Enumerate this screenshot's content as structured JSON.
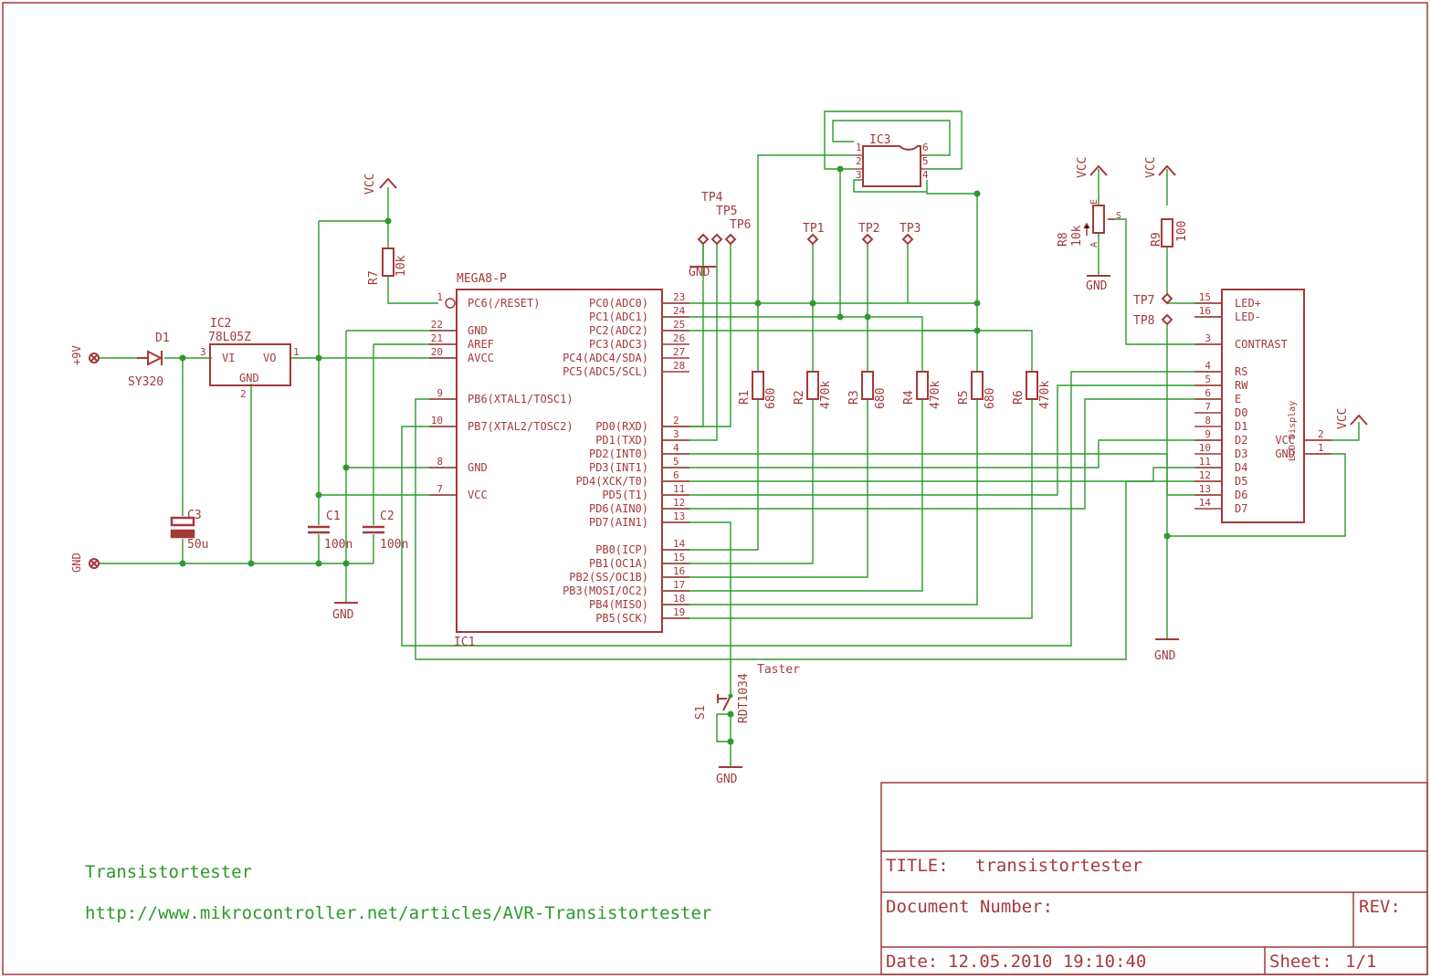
{
  "colors": {
    "wire": "#2e9a2e",
    "part": "#a33a3a",
    "text": "#a33a3a",
    "note": "#2a9a2a",
    "frame": "#a33a3a"
  },
  "notes": {
    "project": "Transistortester",
    "url": "http://www.mikrocontroller.net/articles/AVR-Transistortester"
  },
  "title_block": {
    "title_label": "TITLE:",
    "title_value": "transistortester",
    "doc_label": "Document Number:",
    "rev_label": "REV:",
    "date_label": "Date:",
    "date_value": "12.05.2010 19:10:40",
    "sheet_label": "Sheet:",
    "sheet_value": "1/1"
  },
  "ic1": {
    "ref": "IC1",
    "value": "MEGA8-P",
    "pins_left": [
      {
        "num": "1",
        "name": "PC6(/RESET)"
      },
      {
        "num": "22",
        "name": "GND"
      },
      {
        "num": "21",
        "name": "AREF"
      },
      {
        "num": "20",
        "name": "AVCC"
      },
      {
        "num": "9",
        "name": "PB6(XTAL1/TOSC1)"
      },
      {
        "num": "10",
        "name": "PB7(XTAL2/TOSC2)"
      },
      {
        "num": "8",
        "name": "GND"
      },
      {
        "num": "7",
        "name": "VCC"
      }
    ],
    "pins_right": [
      {
        "num": "23",
        "name": "PC0(ADC0)"
      },
      {
        "num": "24",
        "name": "PC1(ADC1)"
      },
      {
        "num": "25",
        "name": "PC2(ADC2)"
      },
      {
        "num": "26",
        "name": "PC3(ADC3)"
      },
      {
        "num": "27",
        "name": "PC4(ADC4/SDA)"
      },
      {
        "num": "28",
        "name": "PC5(ADC5/SCL)"
      },
      {
        "num": "2",
        "name": "PD0(RXD)"
      },
      {
        "num": "3",
        "name": "PD1(TXD)"
      },
      {
        "num": "4",
        "name": "PD2(INT0)"
      },
      {
        "num": "5",
        "name": "PD3(INT1)"
      },
      {
        "num": "6",
        "name": "PD4(XCK/T0)"
      },
      {
        "num": "11",
        "name": "PD5(T1)"
      },
      {
        "num": "12",
        "name": "PD6(AIN0)"
      },
      {
        "num": "13",
        "name": "PD7(AIN1)"
      },
      {
        "num": "14",
        "name": "PB0(ICP)"
      },
      {
        "num": "15",
        "name": "PB1(OC1A)"
      },
      {
        "num": "16",
        "name": "PB2(SS/OC1B)"
      },
      {
        "num": "17",
        "name": "PB3(MOSI/OC2)"
      },
      {
        "num": "18",
        "name": "PB4(MISO)"
      },
      {
        "num": "19",
        "name": "PB5(SCK)"
      }
    ]
  },
  "lcd": {
    "name": "LCD Display",
    "pins": [
      {
        "num": "15",
        "name": "LED+"
      },
      {
        "num": "16",
        "name": "LED-"
      },
      {
        "num": "3",
        "name": "CONTRAST"
      },
      {
        "num": "4",
        "name": "RS"
      },
      {
        "num": "5",
        "name": "RW"
      },
      {
        "num": "6",
        "name": "E"
      },
      {
        "num": "7",
        "name": "D0"
      },
      {
        "num": "8",
        "name": "D1"
      },
      {
        "num": "9",
        "name": "D2"
      },
      {
        "num": "10",
        "name": "D3"
      },
      {
        "num": "11",
        "name": "D4"
      },
      {
        "num": "12",
        "name": "D5"
      },
      {
        "num": "13",
        "name": "D6"
      },
      {
        "num": "14",
        "name": "D7"
      }
    ],
    "power": [
      {
        "num": "2",
        "name": "VCC"
      },
      {
        "num": "1",
        "name": "GND"
      }
    ]
  },
  "ic2": {
    "ref": "IC2",
    "value": "78L05Z",
    "vi": "VI",
    "vo": "VO",
    "gnd": "GND",
    "pin_in": "3",
    "pin_out": "1",
    "pin_gnd": "2"
  },
  "ic3": {
    "ref": "IC3",
    "pins": [
      "1",
      "2",
      "3",
      "6",
      "5",
      "4"
    ]
  },
  "d1": {
    "ref": "D1",
    "value": "SY320"
  },
  "s1": {
    "ref": "S1",
    "value": "RDT1034",
    "label": "Taster"
  },
  "resistors": [
    {
      "ref": "R1",
      "value": "680"
    },
    {
      "ref": "R2",
      "value": "470k"
    },
    {
      "ref": "R3",
      "value": "680"
    },
    {
      "ref": "R4",
      "value": "470k"
    },
    {
      "ref": "R5",
      "value": "680"
    },
    {
      "ref": "R6",
      "value": "470k"
    },
    {
      "ref": "R7",
      "value": "10k"
    },
    {
      "ref": "R8",
      "value": "10k"
    },
    {
      "ref": "R9",
      "value": "100"
    }
  ],
  "caps": [
    {
      "ref": "C1",
      "value": "100n"
    },
    {
      "ref": "C2",
      "value": "100n"
    },
    {
      "ref": "C3",
      "value": "50u"
    }
  ],
  "testpoints": [
    "TP1",
    "TP2",
    "TP3",
    "TP4",
    "TP5",
    "TP6",
    "TP7",
    "TP8"
  ],
  "supplies": {
    "vcc": "VCC",
    "gnd": "GND",
    "plus9": "+9V"
  },
  "pot_pins": {
    "a": "A",
    "e": "E",
    "s": "S"
  }
}
